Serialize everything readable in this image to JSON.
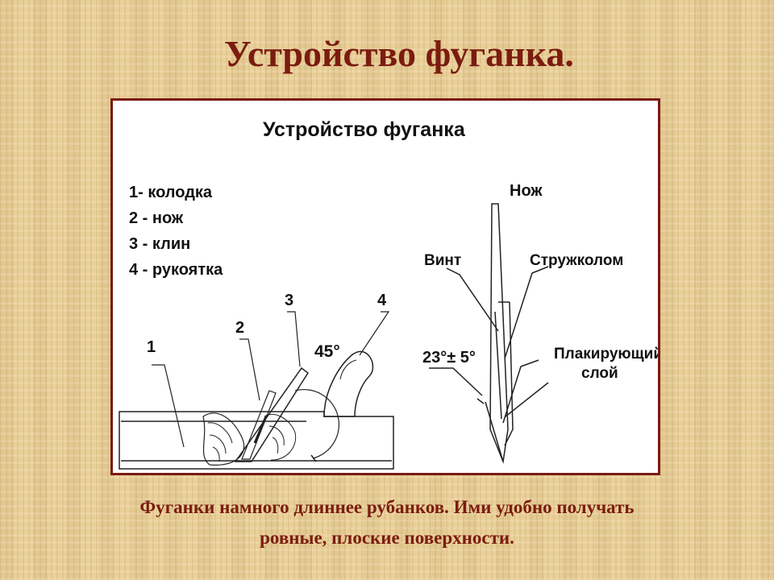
{
  "slide": {
    "title": "Устройство фуганка.",
    "caption_line1": "Фуганки намного длиннее рубанков. Ими удобно получать",
    "caption_line2": "ровные, плоские поверхности."
  },
  "figure": {
    "heading": "Устройство фуганка",
    "legend": [
      "1- колодка",
      "2 - нож",
      "3 - клин",
      "4 - рукоятка"
    ],
    "callouts": {
      "n1": "1",
      "n2": "2",
      "n3": "3",
      "n4": "4",
      "angle": "45°"
    },
    "blade_detail": {
      "knife": "Нож",
      "screw": "Винт",
      "chipbreaker": "Стружколом",
      "cladding_line1": "Плакирующий",
      "cladding_line2": "слой",
      "angle": "23°± 5°"
    }
  },
  "colors": {
    "title": "#7b1c10",
    "frame_border": "#7a1a12",
    "background": "#e9cf98"
  }
}
